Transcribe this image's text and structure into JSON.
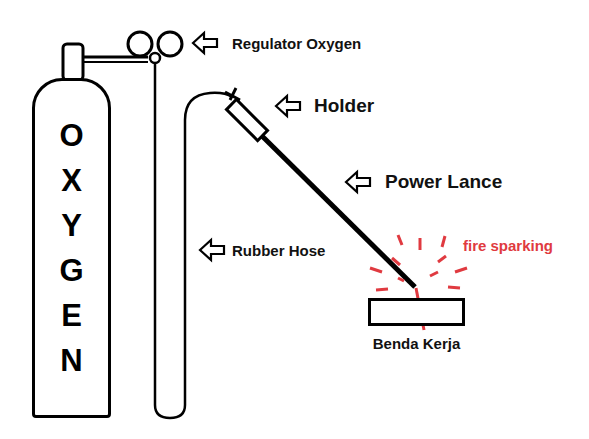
{
  "diagram": {
    "nodes": [
      {
        "text": [
          "OXYGEN"
        ]
      },
      {
        "text": [
          "Benda Kerja"
        ]
      }
    ],
    "labels": [
      "Regulator Oxygen",
      "Holder",
      "Power Lance",
      "Rubber Hose",
      "fire sparking"
    ]
  }
}
